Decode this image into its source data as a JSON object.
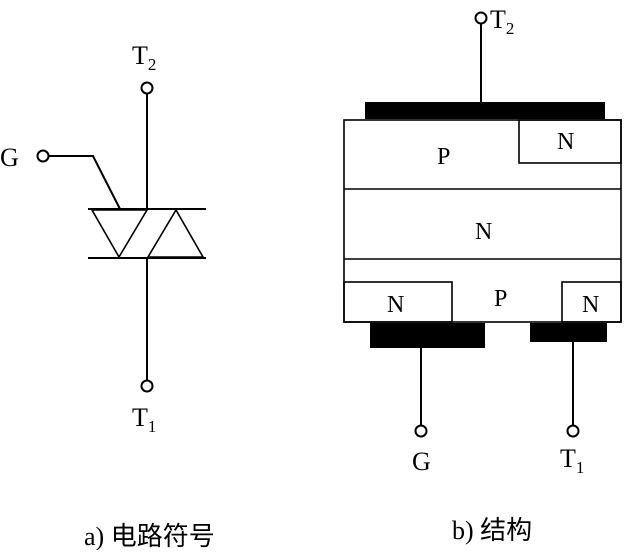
{
  "symbol": {
    "terminal_t2": {
      "main": "T",
      "sub": "2"
    },
    "terminal_t1": {
      "main": "T",
      "sub": "1"
    },
    "terminal_g": "G",
    "caption": "a) 电路符号"
  },
  "structure": {
    "terminal_t2": {
      "main": "T",
      "sub": "2"
    },
    "terminal_t1": {
      "main": "T",
      "sub": "1"
    },
    "terminal_g": "G",
    "regions": {
      "top_p": "P",
      "top_n": "N",
      "middle_n": "N",
      "bottom_p": "P",
      "bottom_left_n": "N",
      "bottom_right_n": "N"
    },
    "caption": "b) 结构"
  }
}
